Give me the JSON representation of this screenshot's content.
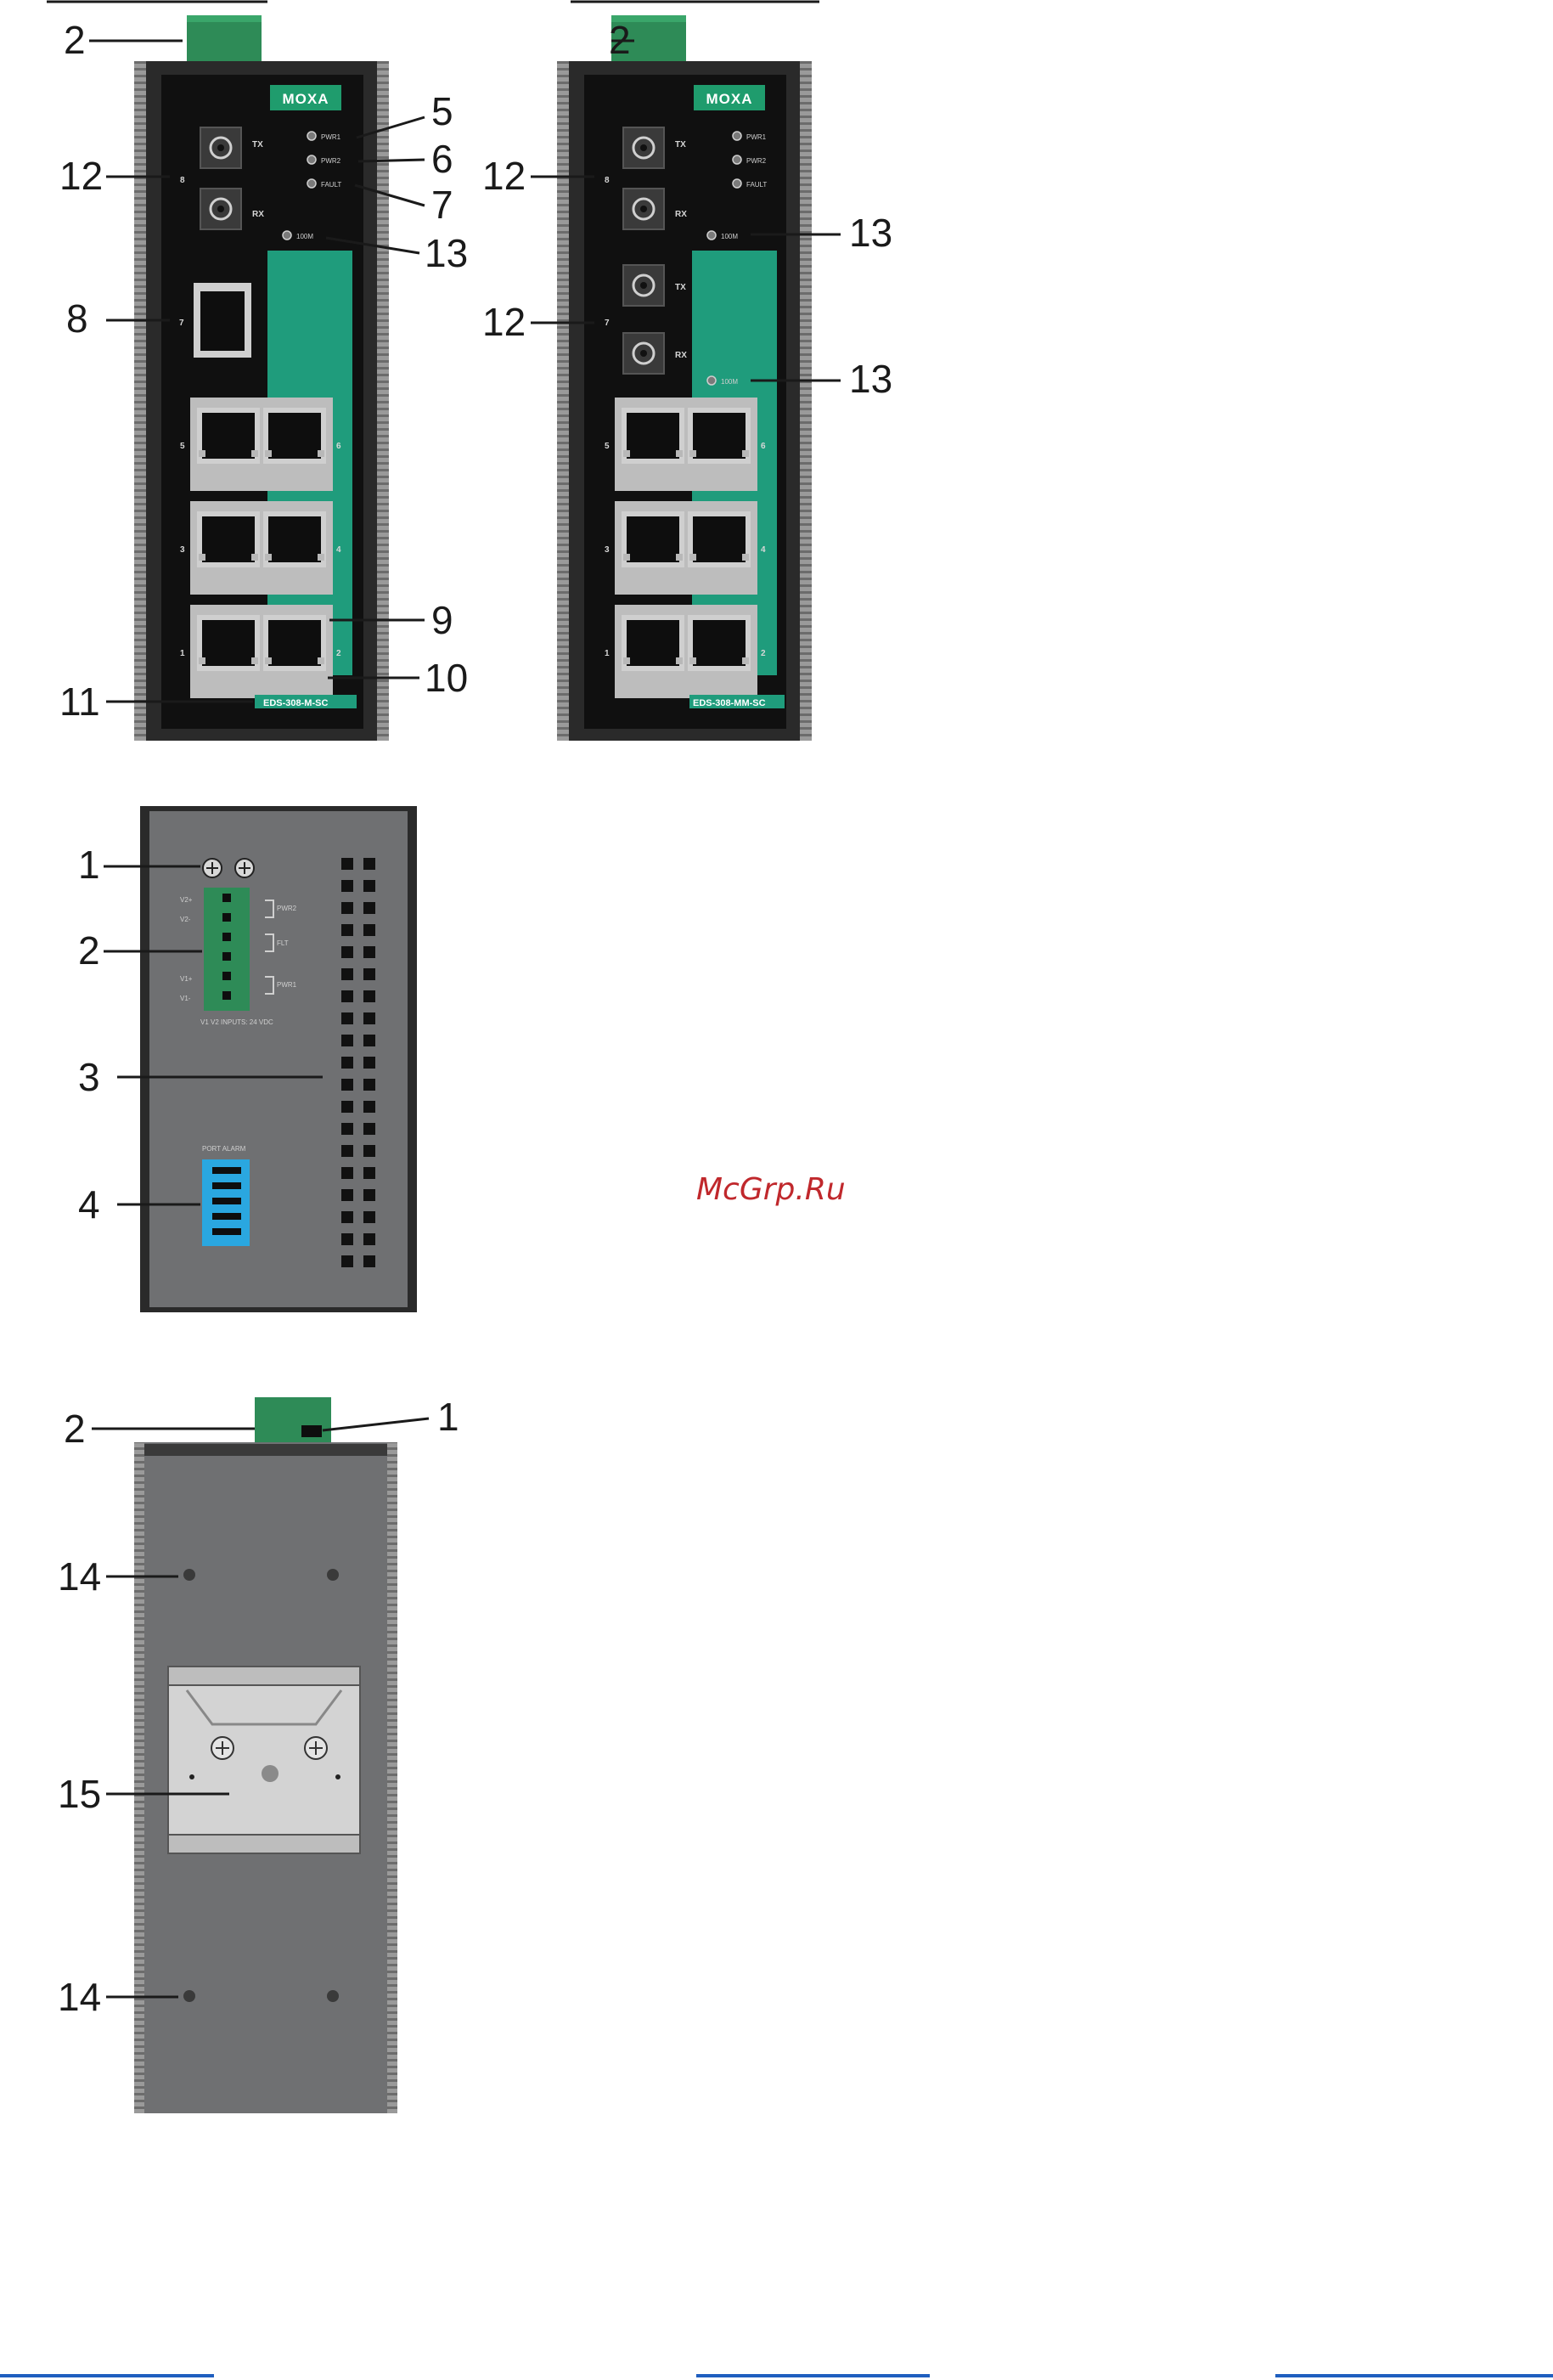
{
  "front_panel_a": {
    "logo": "MOXA",
    "model": "EDS-308-M-SC",
    "led_labels": [
      "PWR1",
      "PWR2",
      "FAULT"
    ],
    "led_100m": "100M",
    "fiber_tx": "TX",
    "fiber_rx": "RX",
    "fiber_port_num": "8",
    "rj45_single_num": "7",
    "port_nums": [
      "5",
      "6",
      "3",
      "4",
      "1",
      "2"
    ],
    "callouts": [
      "2",
      "12",
      "8",
      "11",
      "5",
      "6",
      "7",
      "13",
      "9",
      "10"
    ]
  },
  "front_panel_b": {
    "logo": "MOXA",
    "model": "EDS-308-MM-SC",
    "led_labels": [
      "PWR1",
      "PWR2",
      "FAULT"
    ],
    "led_100m": "100M",
    "fiber_tx": "TX",
    "fiber_rx": "RX",
    "fiber_port_nums": [
      "8",
      "7"
    ],
    "port_nums": [
      "5",
      "6",
      "3",
      "4",
      "1",
      "2"
    ],
    "callouts": [
      "2",
      "12",
      "12",
      "13",
      "13"
    ]
  },
  "top_panel": {
    "dip_label": "PORT ALARM",
    "terminal_caption": "V1 V2 INPUTS: 24 VDC",
    "terminal_labels": [
      "V2+",
      "V2-",
      "V1+",
      "V1-"
    ],
    "relay_labels": [
      "PWR2",
      "FLT",
      "PWR1"
    ],
    "callouts": [
      "1",
      "2",
      "3",
      "4"
    ]
  },
  "rear_panel": {
    "callouts": [
      "2",
      "1",
      "14",
      "15",
      "14"
    ]
  },
  "watermark": "McGrp.Ru",
  "colors": {
    "housing": "#2a2a2a",
    "housing_edge": "#8a8a8a",
    "terminal_green": "#2e8b57",
    "accent_teal": "#1f9c7c",
    "logo_green": "#1f9c6d",
    "dip_blue": "#2aa7e0",
    "rear_gray": "#6f7072",
    "footer_blue": "#1f5fbf"
  }
}
